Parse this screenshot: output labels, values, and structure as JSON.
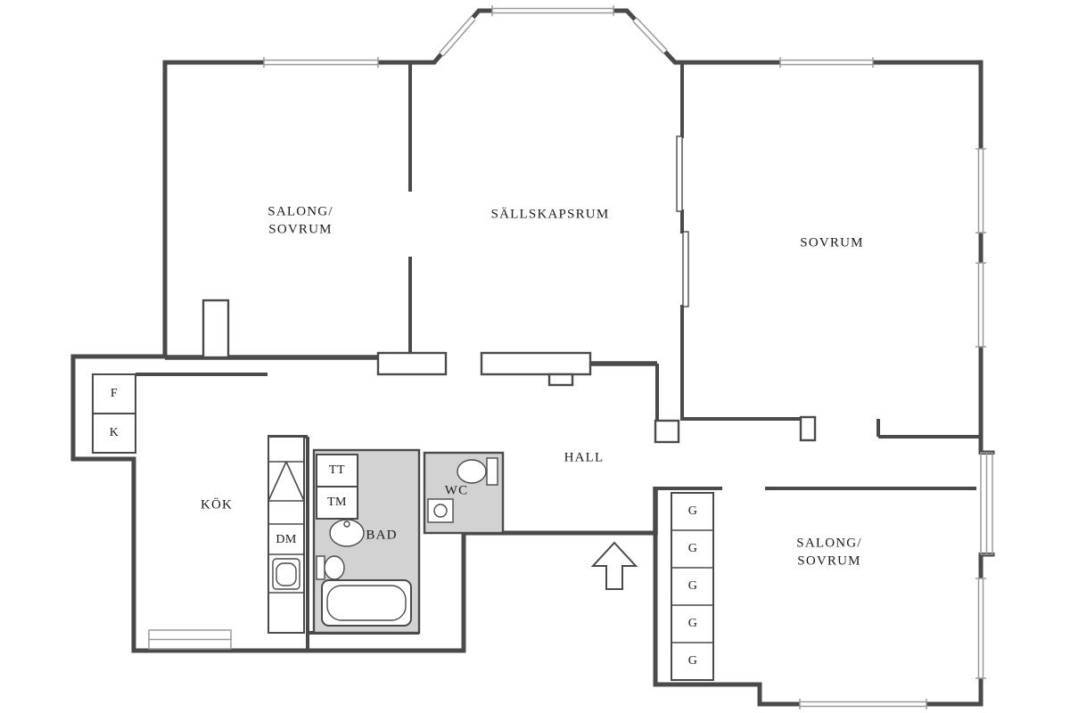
{
  "labels": {
    "salong_sovrum_line1": "SALONG/",
    "salong_sovrum_line2": "SOVRUM",
    "sallskapsrum": "SÄLLSKAPSRUM",
    "sovrum": "SOVRUM",
    "kok": "KÖK",
    "hall": "HALL",
    "bad": "BAD",
    "wc": "WC",
    "tt": "TT",
    "tm": "TM",
    "dm": "DM",
    "fridge": "F",
    "freezer": "K",
    "wardrobe": "G"
  },
  "colors": {
    "wall": "#4a4a4a",
    "wet_area_fill": "#d2d2d2",
    "background": "#ffffff",
    "text": "#1a1a1a"
  },
  "wardrobe_count": 5
}
